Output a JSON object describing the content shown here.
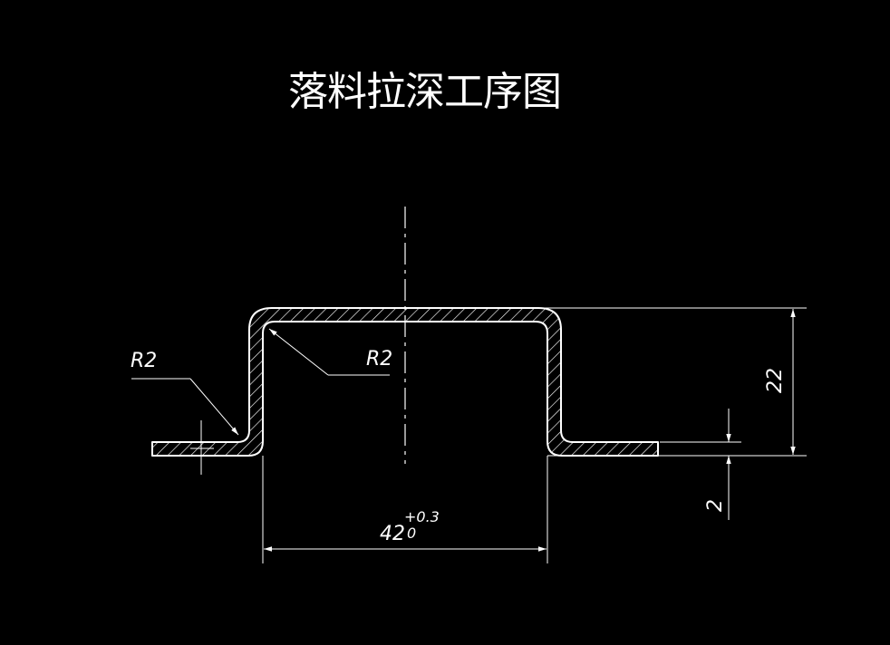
{
  "title": "落料拉深工序图",
  "colors": {
    "background": "#000000",
    "lines": "#ffffff"
  },
  "labels": {
    "radius_outer": "R2",
    "radius_inner": "R2",
    "height": "22",
    "thickness": "2",
    "width_nominal": "42",
    "width_tol_upper": "+0.3",
    "width_tol_lower": "0"
  }
}
